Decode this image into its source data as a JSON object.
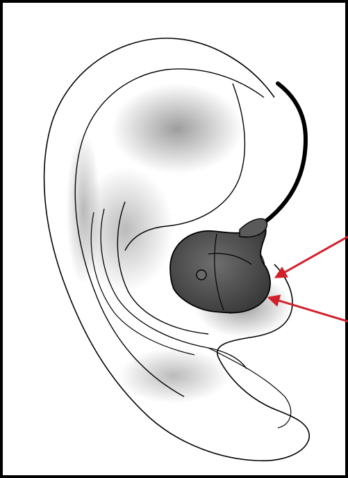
{
  "figure": {
    "subject": "ear-with-in-ear-monitor",
    "colors": {
      "outline": "#000000",
      "skin_shade": "#9a9a9a",
      "earpiece": "#4a4a4a",
      "cable": "#000000",
      "arrow": "#d11f2a",
      "background": "#ffffff"
    },
    "icons": [
      "ear-illustration",
      "earpiece-icon",
      "cable-icon",
      "arrow-upper",
      "arrow-lower"
    ]
  }
}
